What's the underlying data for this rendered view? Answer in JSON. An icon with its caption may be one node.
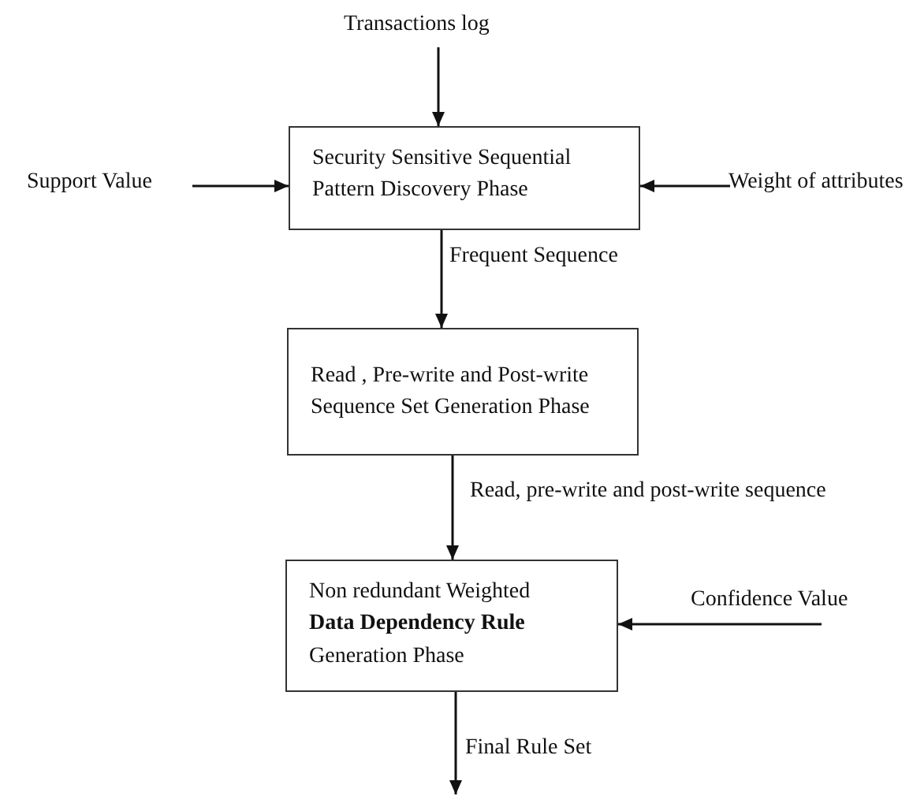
{
  "diagram": {
    "nodes": [
      {
        "text": [
          "Transactions log"
        ]
      },
      {
        "text": [
          "Support Value"
        ]
      },
      {
        "text": [
          "Security Sensitive Sequential Pattern Discovery Phase"
        ]
      },
      {
        "text": [
          "Weight of attributes"
        ]
      },
      {
        "text": [
          "Read , Pre-write and Post-write Sequence Set Generation Phase"
        ]
      },
      {
        "text": [
          "Non redundant Weighted **Data Dependency Rule** Generation Phase"
        ]
      },
      {
        "text": [
          "Confidence Value"
        ]
      }
    ],
    "edges": [
      {
        "from": 0,
        "to": 2,
        "arrow": "to"
      },
      {
        "from": 1,
        "to": 2,
        "arrow": "to"
      },
      {
        "from": 3,
        "to": 2,
        "arrow": "to"
      },
      {
        "from": 2,
        "to": 4,
        "arrow": "to",
        "label": "Frequent Sequence"
      },
      {
        "from": 4,
        "to": 5,
        "arrow": "to",
        "label": "Read, pre-write and post-write sequence"
      },
      {
        "from": 6,
        "to": 5,
        "arrow": "to"
      },
      {
        "from": 5,
        "to": null,
        "arrow": "to",
        "label": "Final Rule Set"
      }
    ]
  }
}
